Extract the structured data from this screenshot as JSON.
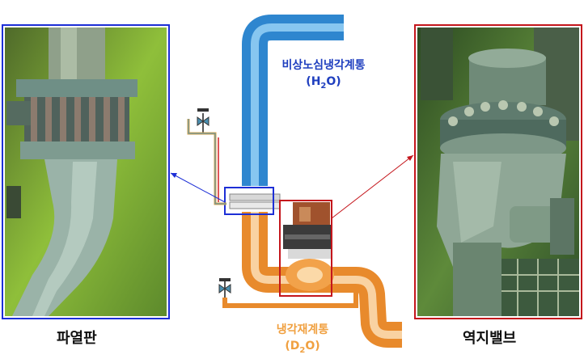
{
  "left_photo": {
    "caption": "파열판"
  },
  "right_photo": {
    "caption": "역지밸브"
  },
  "eccs_system": {
    "name": "비상노심냉각계통",
    "fluid_main": "(H",
    "fluid_sub": "2",
    "fluid_end": "O)"
  },
  "pht_system": {
    "name": "냉각재계통",
    "fluid_main": "(D",
    "fluid_sub": "2",
    "fluid_end": "O)"
  },
  "colors": {
    "blue_frame": "#1d2fd6",
    "red_frame": "#c4161c",
    "blue_pipe": "#3aa0e0",
    "orange_pipe": "#f5b060"
  }
}
